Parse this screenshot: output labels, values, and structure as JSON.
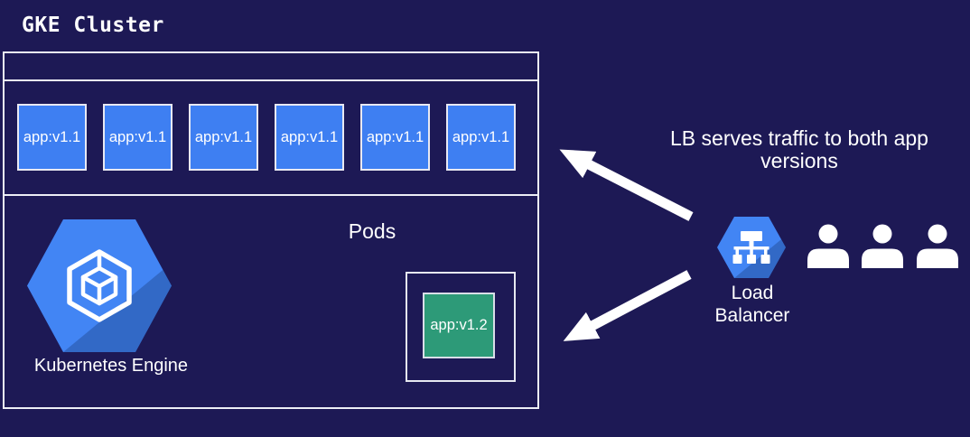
{
  "title": "GKE Cluster",
  "cluster": {
    "pods_label": "Pods",
    "pods": [
      {
        "label": "app:v1.1"
      },
      {
        "label": "app:v1.1"
      },
      {
        "label": "app:v1.1"
      },
      {
        "label": "app:v1.1"
      },
      {
        "label": "app:v1.1"
      },
      {
        "label": "app:v1.1"
      }
    ],
    "new_pod": {
      "label": "app:v1.2"
    },
    "kubernetes_engine": {
      "label": "Kubernetes Engine"
    }
  },
  "load_balancer": {
    "label_line1": "Load",
    "label_line2": "Balancer"
  },
  "annotation": {
    "line1": "LB serves traffic to both app",
    "line2": "versions"
  },
  "icons": {
    "kubernetes_engine": "gke-hexagon-cube-icon",
    "load_balancer": "load-balancer-hexagon-icon",
    "users": "user-icon",
    "arrows": [
      "arrow-lb-to-v11-pods",
      "arrow-lb-to-v12-pod"
    ]
  },
  "colors": {
    "background": "#1d1955",
    "pod_blue": "#3e7ff2",
    "pod_green": "#2d9a78",
    "gcp_blue": "#4285f4",
    "box_border": "#eceef5",
    "text": "#ffffff"
  }
}
